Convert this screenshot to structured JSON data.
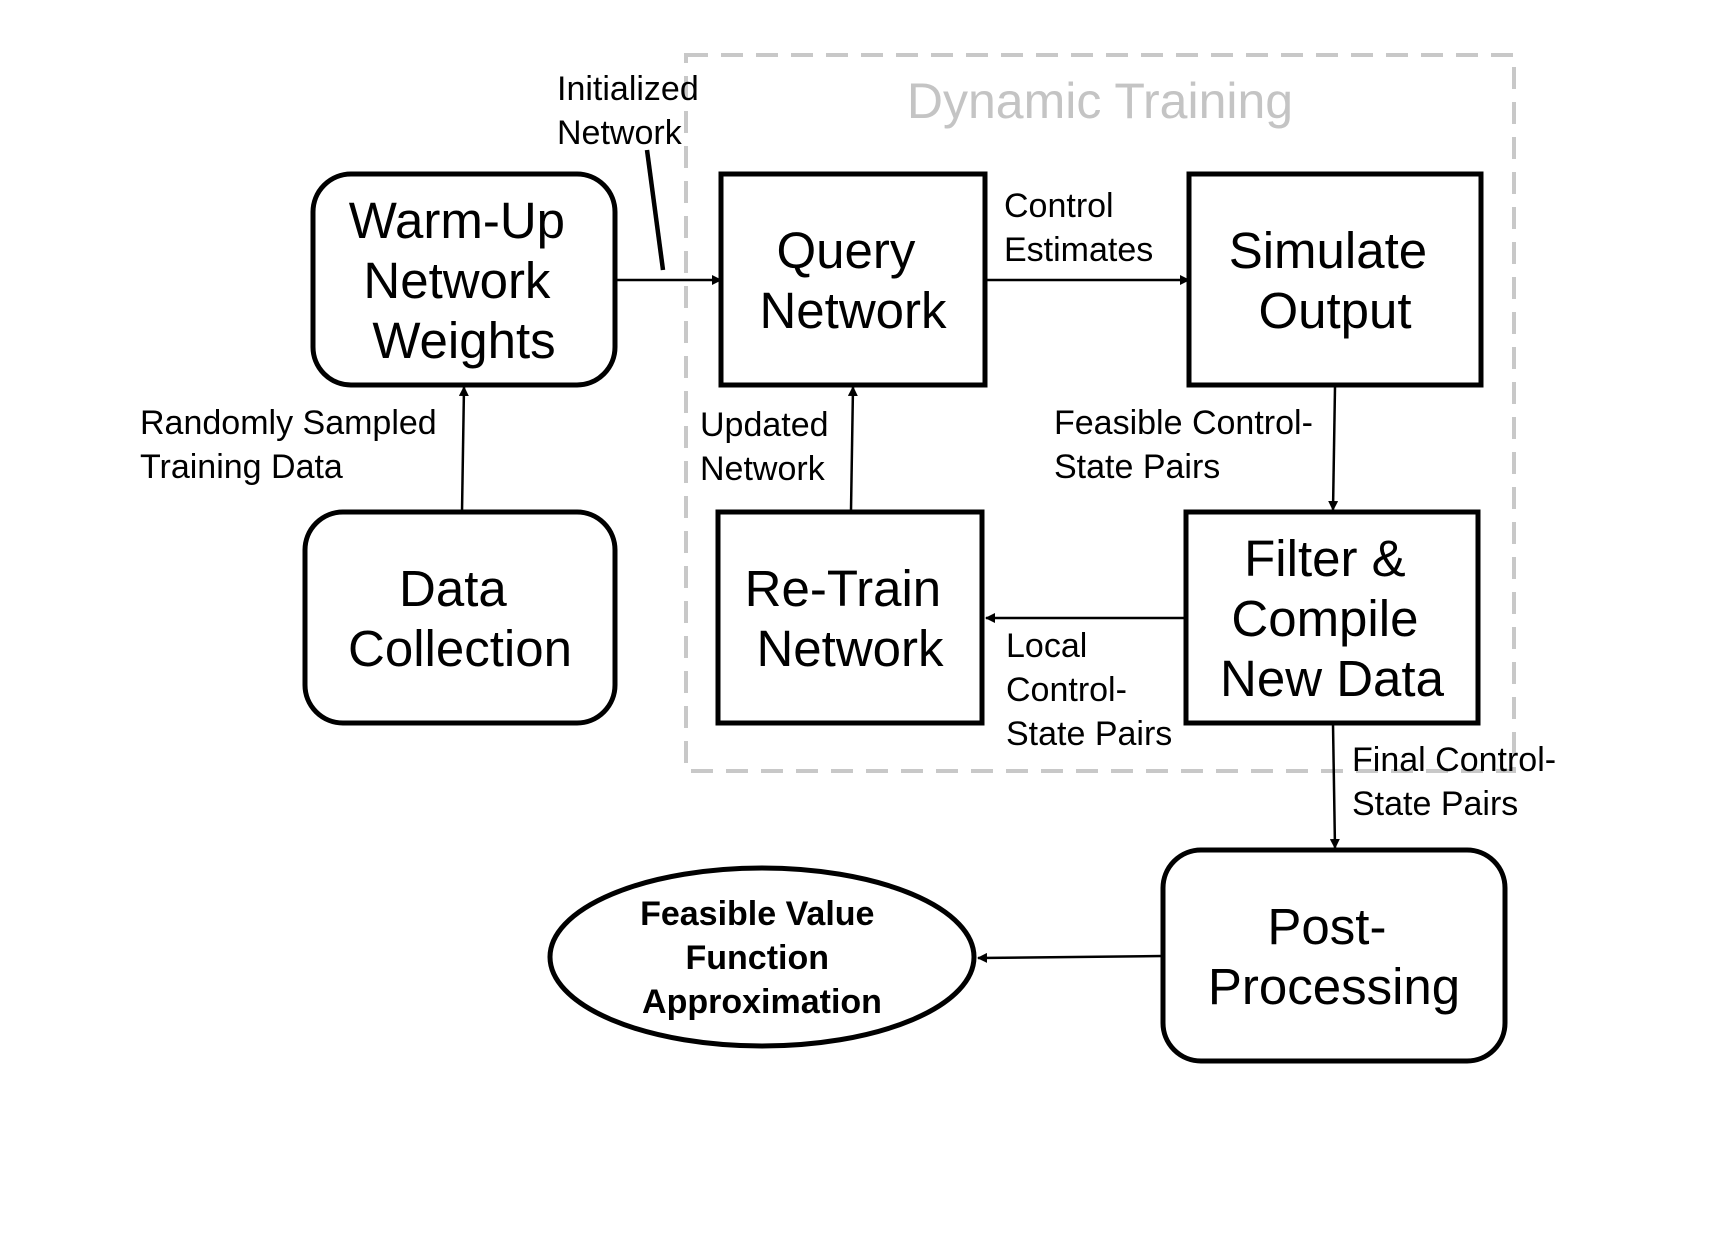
{
  "group": {
    "label": "Dynamic Training"
  },
  "nodes": {
    "warmup": {
      "lines": [
        "Warm-Up",
        "Network",
        "Weights"
      ]
    },
    "data_collection": {
      "lines": [
        "Data",
        "Collection"
      ]
    },
    "query": {
      "lines": [
        "Query",
        "Network"
      ]
    },
    "simulate": {
      "lines": [
        "Simulate",
        "Output"
      ]
    },
    "retrain": {
      "lines": [
        "Re-Train",
        "Network"
      ]
    },
    "filter": {
      "lines": [
        "Filter &",
        "Compile",
        "New Data"
      ]
    },
    "postprocessing": {
      "lines": [
        "Post-",
        "Processing"
      ]
    },
    "result": {
      "lines": [
        "Feasible Value",
        "Function",
        "Approximation"
      ]
    }
  },
  "edges": {
    "random_sampled": [
      "Randomly Sampled",
      "Training Data"
    ],
    "initialized": [
      "Initialized",
      "Network"
    ],
    "control_estimates": [
      "Control",
      "Estimates"
    ],
    "feasible_pairs": [
      "Feasible Control-",
      "State Pairs"
    ],
    "local_pairs": [
      "Local",
      "Control-",
      "State Pairs"
    ],
    "updated": [
      "Updated",
      "Network"
    ],
    "final_pairs": [
      "Final Control-",
      "State Pairs"
    ]
  }
}
